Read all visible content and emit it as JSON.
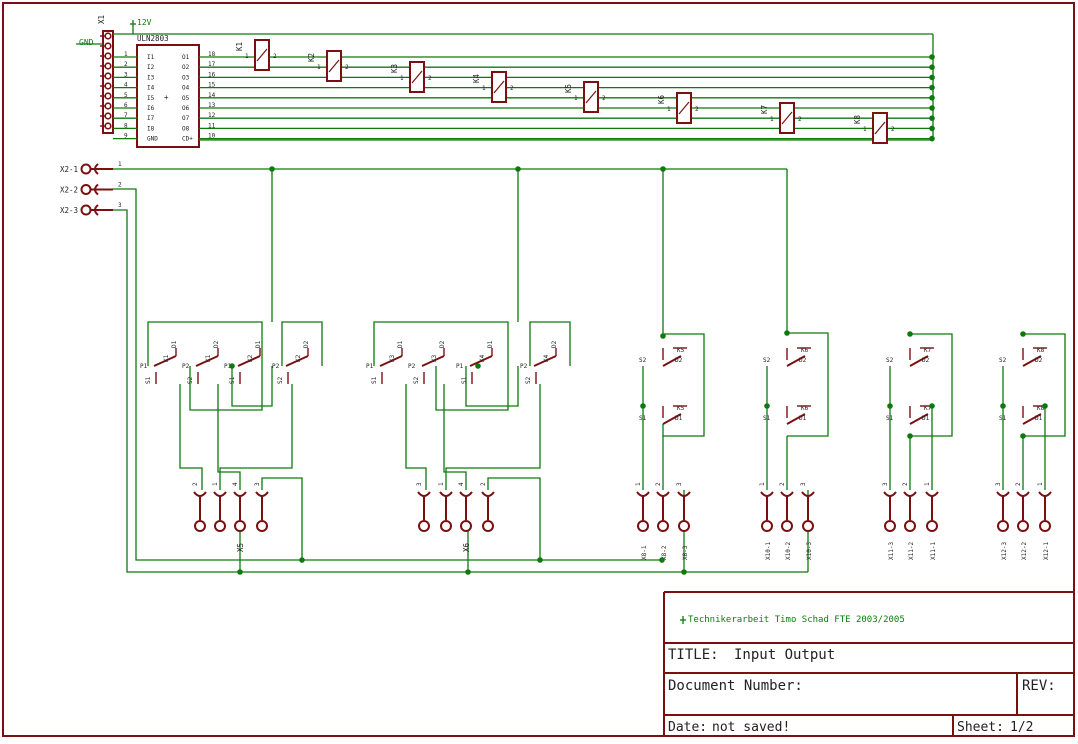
{
  "colors": {
    "wire": "#0e7a0e",
    "symbol": "#7a1010",
    "frame": "#7a1010",
    "text": "#222222",
    "background": "#ffffff"
  },
  "supply": {
    "plus": "12V",
    "gnd": "GND"
  },
  "connector_x1": {
    "name": "X1",
    "pins": [
      "1",
      "2",
      "3",
      "4",
      "5",
      "6",
      "7",
      "8",
      "9",
      "10"
    ]
  },
  "driver": {
    "name": "ULN2803",
    "inputs": [
      "I1",
      "I2",
      "I3",
      "I4",
      "I5",
      "I6",
      "I7",
      "I8",
      "GND"
    ],
    "outputs": [
      "O1",
      "O2",
      "O3",
      "O4",
      "O5",
      "O6",
      "O7",
      "O8",
      "CD+"
    ],
    "left_pins": [
      "1",
      "2",
      "3",
      "4",
      "5",
      "6",
      "7",
      "8",
      "9"
    ],
    "right_pins": [
      "18",
      "17",
      "16",
      "15",
      "14",
      "13",
      "12",
      "11",
      "10"
    ],
    "center_mark": "+"
  },
  "relay_coils": [
    {
      "name": "K1",
      "p1": "1",
      "p2": "2"
    },
    {
      "name": "K2",
      "p1": "1",
      "p2": "2"
    },
    {
      "name": "K3",
      "p1": "1",
      "p2": "2"
    },
    {
      "name": "K4",
      "p1": "1",
      "p2": "2"
    },
    {
      "name": "K5",
      "p1": "1",
      "p2": "2"
    },
    {
      "name": "K6",
      "p1": "1",
      "p2": "2"
    },
    {
      "name": "K7",
      "p1": "1",
      "p2": "2"
    },
    {
      "name": "K8",
      "p1": "1",
      "p2": "2"
    }
  ],
  "input_connectors": [
    {
      "name": "X2-1",
      "pin": "1"
    },
    {
      "name": "X2-2",
      "pin": "2"
    },
    {
      "name": "X2-3",
      "pin": "3"
    }
  ],
  "switch_groups": [
    {
      "contacts": [
        "K1",
        "K1",
        "K2",
        "K2"
      ],
      "connector": "X5",
      "pins": [
        "2",
        "1",
        "4",
        "3"
      ]
    },
    {
      "contacts": [
        "K3",
        "K3",
        "K4",
        "K4"
      ],
      "connector": "X6",
      "pins": [
        "3",
        "1",
        "4",
        "2"
      ]
    }
  ],
  "changeover_groups": [
    {
      "relays": [
        "K5",
        "K5"
      ],
      "connector": "X8",
      "pins": [
        "1",
        "2",
        "3"
      ],
      "labels": [
        "X8-1",
        "X8-2",
        "X8-3"
      ]
    },
    {
      "relays": [
        "K6",
        "K6"
      ],
      "connector": "X10",
      "pins": [
        "1",
        "2",
        "3"
      ],
      "labels": [
        "X10-1",
        "X10-2",
        "X10-3"
      ]
    },
    {
      "relays": [
        "K7",
        "K7"
      ],
      "connector": "X11",
      "pins": [
        "3",
        "2",
        "1"
      ],
      "labels": [
        "X11-3",
        "X11-2",
        "X11-1"
      ]
    },
    {
      "relays": [
        "K8",
        "K8"
      ],
      "connector": "X12",
      "pins": [
        "3",
        "2",
        "1"
      ],
      "labels": [
        "X12-3",
        "X12-2",
        "X12-1"
      ]
    }
  ],
  "contact_pins": {
    "p1": "P1",
    "p2": "P2",
    "d1": "D1",
    "d2": "D2",
    "s1": "S1",
    "s2": "S2"
  },
  "title_block": {
    "author": "Technikerarbeit Timo Schad FTE 2003/2005",
    "title_label": "TITLE:",
    "title_value": "Input Output",
    "doc_label": "Document Number:",
    "rev_label": "REV:",
    "date_label": "Date:",
    "date_value": "not saved!",
    "sheet_label": "Sheet:",
    "sheet_value": "1/2"
  }
}
